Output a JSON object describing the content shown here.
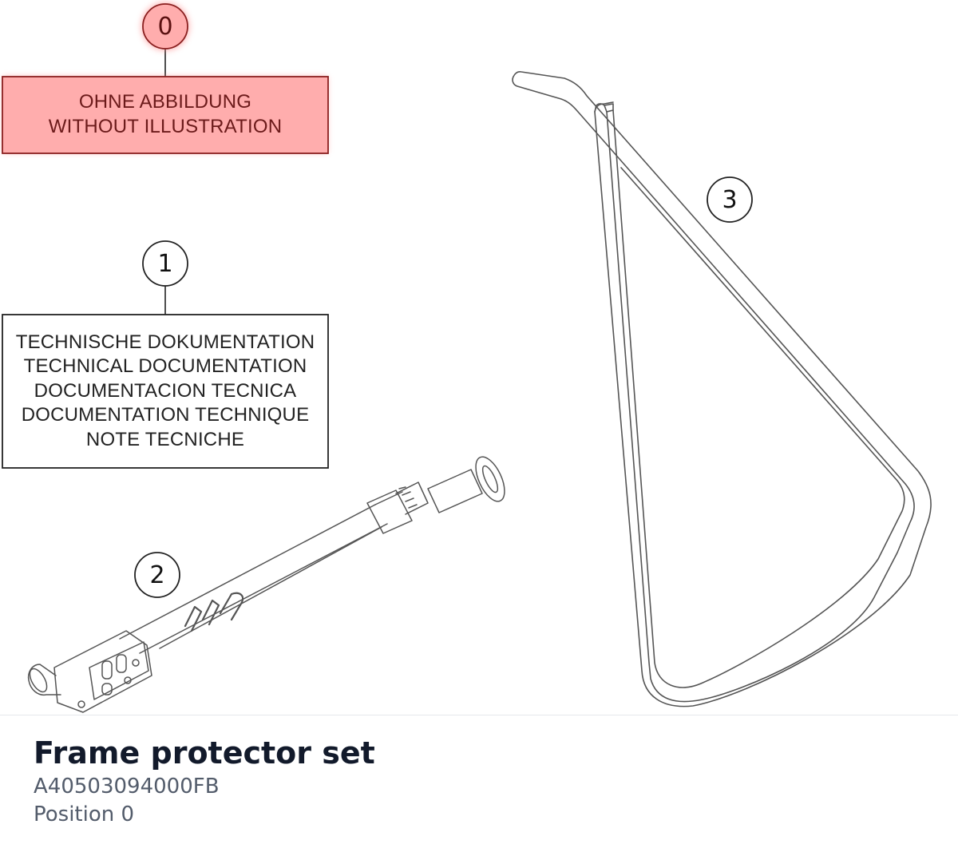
{
  "diagram": {
    "callouts": [
      {
        "number": "0",
        "highlighted": true,
        "lines": [
          "OHNE ABBILDUNG",
          "WITHOUT ILLUSTRATION"
        ]
      },
      {
        "number": "1",
        "highlighted": false,
        "lines": [
          "TECHNISCHE DOKUMENTATION",
          "TECHNICAL DOCUMENTATION",
          "DOCUMENTACION TECNICA",
          "DOCUMENTATION TECHNIQUE",
          "NOTE TECNICHE"
        ]
      },
      {
        "number": "2",
        "highlighted": false
      },
      {
        "number": "3",
        "highlighted": false
      }
    ],
    "colors": {
      "highlight_fill": "#ffadad",
      "highlight_stroke": "#8a2020",
      "line": "#222222",
      "part_outline": "#555555"
    },
    "parts": [
      {
        "number": "2",
        "icon": "pump-drawing"
      },
      {
        "number": "3",
        "icon": "side-stand-drawing"
      }
    ]
  },
  "part": {
    "title": "Frame protector set",
    "number": "A40503094000FB",
    "position": "Position 0"
  }
}
